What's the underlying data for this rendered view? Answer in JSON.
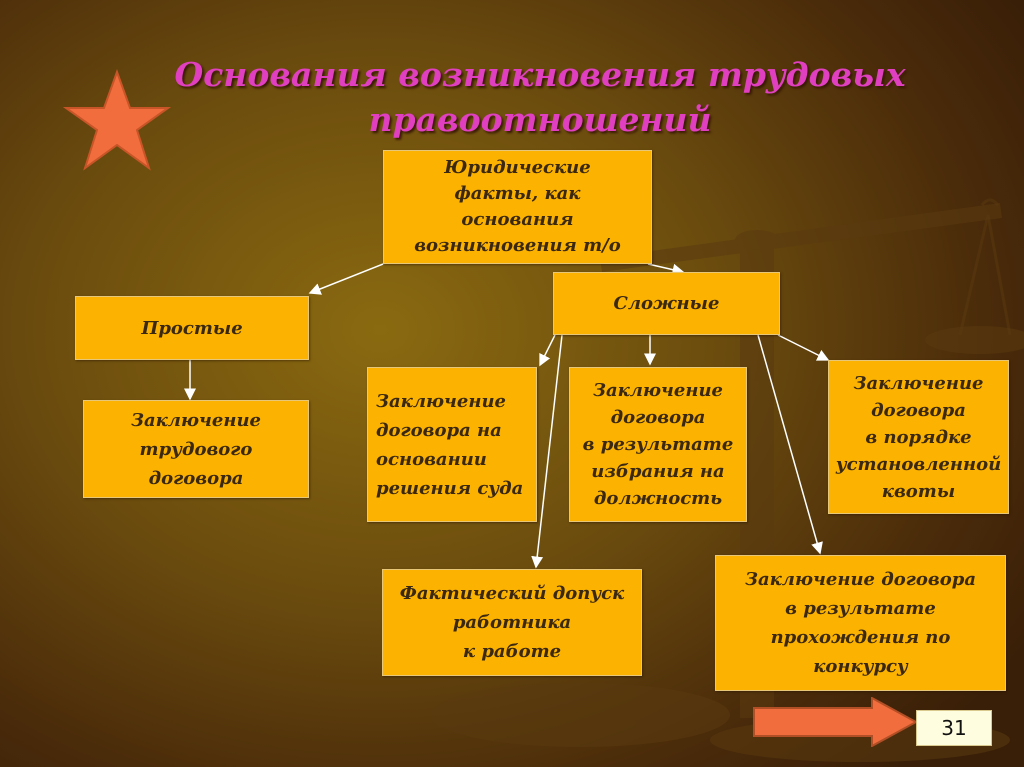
{
  "slide": {
    "title": "Основания возникновения трудовых\nправоотношений",
    "page_number": "31"
  },
  "diagram": {
    "root": "Юридические\nфакты, как\nоснования\nвозникновения т/о",
    "simple": {
      "label": "Простые",
      "child": "Заключение\nтрудового\nдоговора"
    },
    "complex": {
      "label": "Сложные",
      "children": [
        "Заключение\nдоговора на\nосновании\nрешения суда",
        "Заключение\nдоговора\nв результате\nизбрания на\nдолжность",
        "Заключение\nдоговора\nв порядке\nустановленной\nквоты",
        "Фактический допуск\nработника\nк работе",
        "Заключение договора\nв результате\nпрохождения по\nконкурсу"
      ]
    }
  },
  "colors": {
    "box_fill": "#fcb200",
    "title": "#e040c0",
    "star": "#f26d3d",
    "arrow_button": "#f26d3d"
  },
  "icons": {
    "decoration": "star-icon",
    "navigation": "right-arrow-icon"
  }
}
